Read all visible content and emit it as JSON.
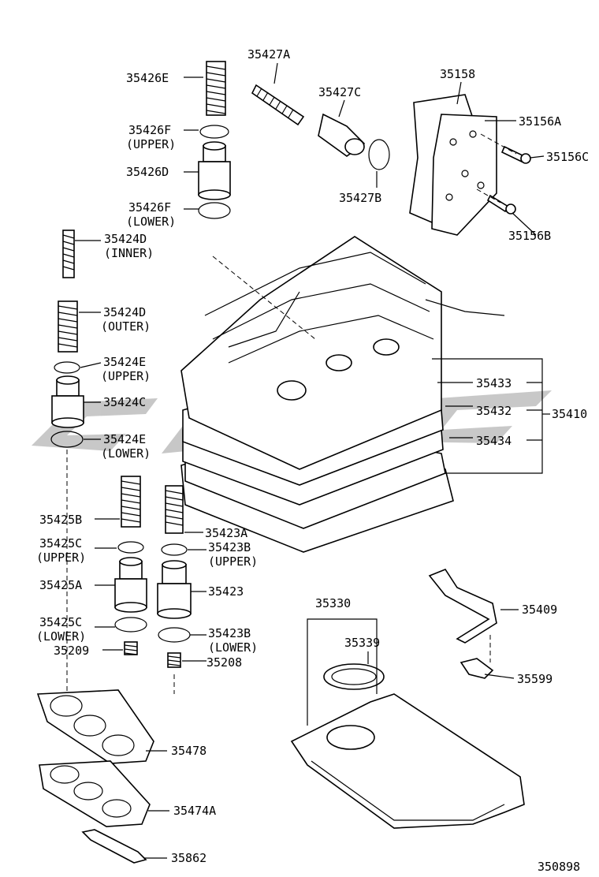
{
  "diagram": {
    "labels": {
      "l35426E": "35426E",
      "l35426F_upper_a": "35426F",
      "l35426F_upper_b": "(UPPER)",
      "l35426D": "35426D",
      "l35426F_lower_a": "35426F",
      "l35426F_lower_b": "(LOWER)",
      "l35424D_inner_a": "35424D",
      "l35424D_inner_b": "(INNER)",
      "l35424D_outer_a": "35424D",
      "l35424D_outer_b": "(OUTER)",
      "l35424E_upper_a": "35424E",
      "l35424E_upper_b": "(UPPER)",
      "l35424C": "35424C",
      "l35424E_lower_a": "35424E",
      "l35424E_lower_b": "(LOWER)",
      "l35425B": "35425B",
      "l35425C_upper_a": "35425C",
      "l35425C_upper_b": "(UPPER)",
      "l35425A": "35425A",
      "l35425C_lower_a": "35425C",
      "l35425C_lower_b": "(LOWER)",
      "l35209": "35209",
      "l35423A": "35423A",
      "l35423B_upper_a": "35423B",
      "l35423B_upper_b": "(UPPER)",
      "l35423": "35423",
      "l35423B_lower_a": "35423B",
      "l35423B_lower_b": "(LOWER)",
      "l35208": "35208",
      "l35478": "35478",
      "l35474A": "35474A",
      "l35862": "35862",
      "l35427A": "35427A",
      "l35427C": "35427C",
      "l35427B": "35427B",
      "l35158": "35158",
      "l35156A": "35156A",
      "l35156C": "35156C",
      "l35156B": "35156B",
      "l35433": "35433",
      "l35432": "35432",
      "l35434": "35434",
      "l35410": "35410",
      "l35330": "35330",
      "l35339": "35339",
      "l35409": "35409",
      "l35599": "35599",
      "l350898": "350898"
    }
  }
}
